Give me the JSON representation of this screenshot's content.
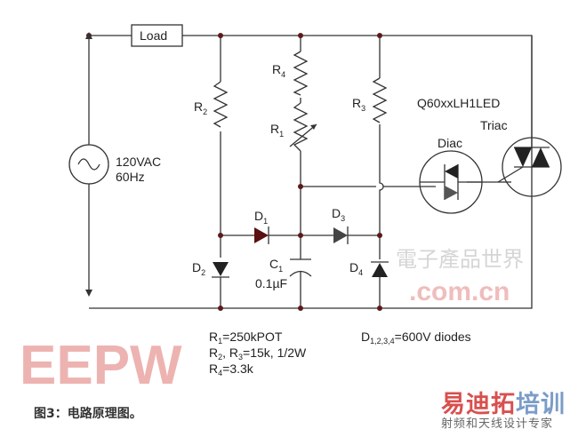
{
  "components": {
    "load": "Load",
    "source_voltage": "120VAC",
    "source_freq": "60Hz",
    "r1": {
      "letter": "R",
      "sub": "1"
    },
    "r2": {
      "letter": "R",
      "sub": "2"
    },
    "r3": {
      "letter": "R",
      "sub": "3"
    },
    "r4": {
      "letter": "R",
      "sub": "4"
    },
    "d1": {
      "letter": "D",
      "sub": "1"
    },
    "d2": {
      "letter": "D",
      "sub": "2"
    },
    "d3": {
      "letter": "D",
      "sub": "3"
    },
    "d4": {
      "letter": "D",
      "sub": "4"
    },
    "c1": {
      "letter": "C",
      "sub": "1",
      "value": "0.1µF"
    },
    "part_number": "Q60xxLH1LED",
    "triac": "Triac",
    "diac": "Diac"
  },
  "notes": {
    "r1": {
      "pre": "R",
      "sub": "1",
      "post": "=250kPOT"
    },
    "r23": {
      "a": "R",
      "asub": "2",
      "mid": ", R",
      "bsub": "3",
      "post": "=15k, 1/2W"
    },
    "r4": {
      "pre": "R",
      "sub": "4",
      "post": "=3.3k"
    },
    "diodes": {
      "pre": "D",
      "sub": "1,2,3,4",
      "post": "=600V  diodes"
    }
  },
  "watermark": {
    "brand": "EEPW",
    "cn": "電子產品世界",
    "domain": ".com.cn"
  },
  "caption": "图3：电路原理图。",
  "logo": {
    "part1": "易迪拓",
    "part2": "培训",
    "tagline": "射频和天线设计专家"
  }
}
